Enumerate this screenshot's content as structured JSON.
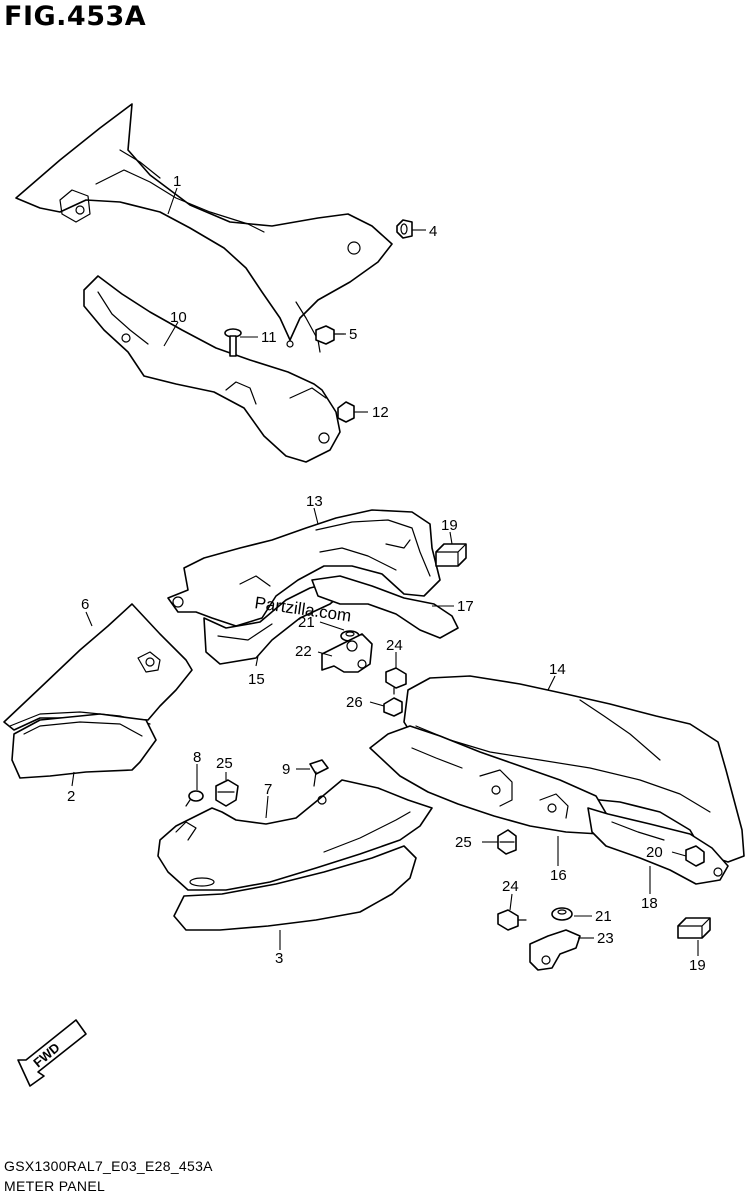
{
  "figure": {
    "title": "FIG.453A"
  },
  "watermark": "Partzilla.com",
  "fwd_label": "FWD",
  "footer": {
    "code": "GSX1300RAL7_E03_E28_453A",
    "name": "METER PANEL"
  },
  "callouts": {
    "c1": "1",
    "c2": "2",
    "c3": "3",
    "c4": "4",
    "c5": "5",
    "c6": "6",
    "c7": "7",
    "c8": "8",
    "c9": "9",
    "c10": "10",
    "c11": "11",
    "c12": "12",
    "c13": "13",
    "c14": "14",
    "c15": "15",
    "c16": "16",
    "c17": "17",
    "c18": "18",
    "c19a": "19",
    "c19b": "19",
    "c20": "20",
    "c21a": "21",
    "c21b": "21",
    "c22": "22",
    "c23": "23",
    "c24a": "24",
    "c24b": "24",
    "c25a": "25",
    "c25b": "25",
    "c26": "26"
  }
}
